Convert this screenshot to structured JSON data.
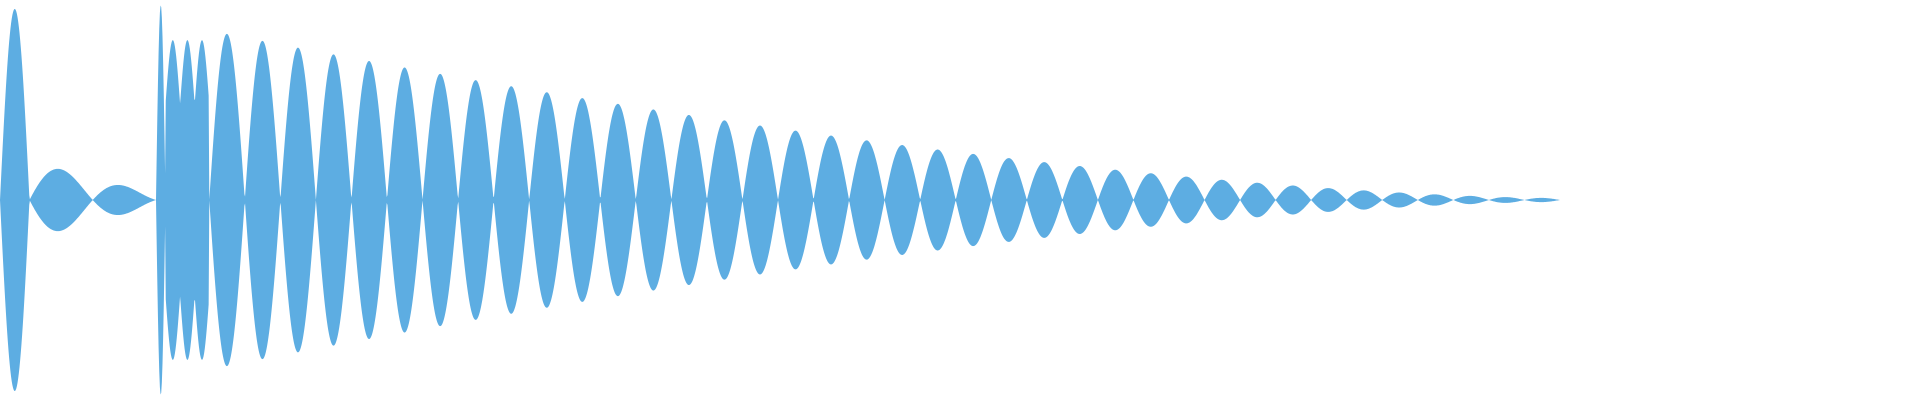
{
  "waveform": {
    "color": "#5DADE2",
    "background": "#FFFFFF",
    "description_visible_text": "",
    "time_range": [
      0,
      1.0
    ],
    "amplitude_range": [
      -1,
      1
    ],
    "segments": [
      {
        "start": 0.0,
        "end": 0.0155,
        "type": "impulse",
        "peak": 0.98
      },
      {
        "start": 0.0155,
        "end": 0.082,
        "type": "decay_lobe",
        "peak": 0.2
      },
      {
        "start": 0.082,
        "end": 0.087,
        "type": "spike",
        "peak": 1.0
      },
      {
        "start": 0.087,
        "end": 0.11,
        "type": "transient",
        "peak": 0.82
      },
      {
        "start": 0.11,
        "end": 0.82,
        "type": "decaying_beat",
        "peak": 0.86,
        "end_peak": 0.01,
        "cycles": 38
      }
    ]
  }
}
